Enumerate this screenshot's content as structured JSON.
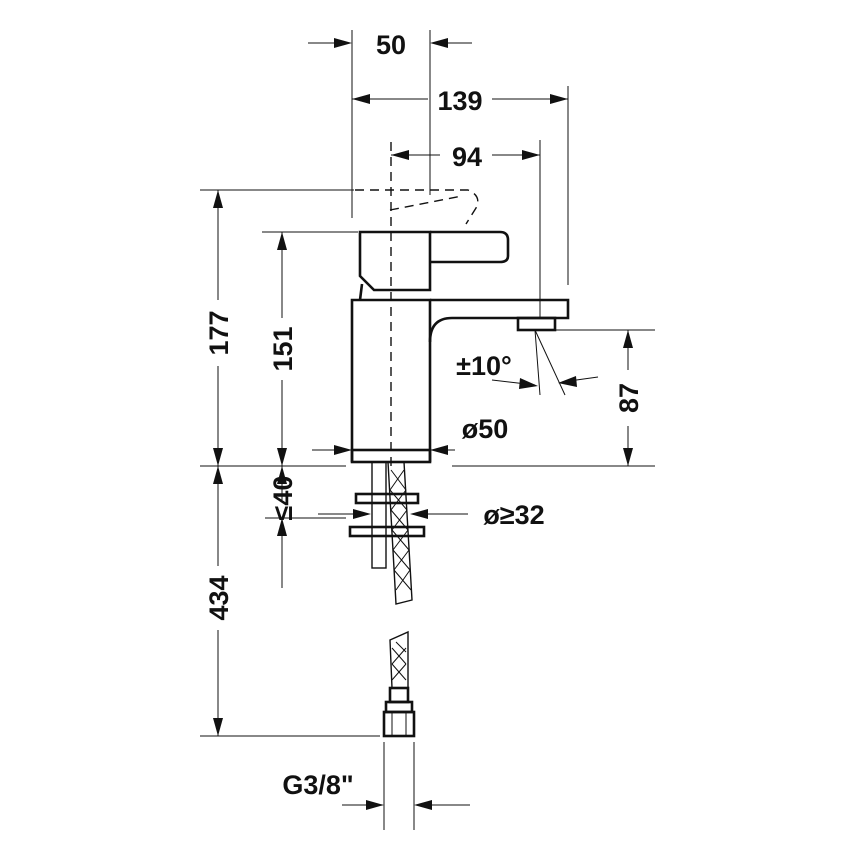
{
  "dimensions": {
    "base_width": "50",
    "total_depth": "139",
    "spout_reach": "94",
    "total_height": "177",
    "spout_height": "151",
    "outlet_height": "87",
    "swivel_angle": "±10°",
    "base_diameter": "ø50",
    "deck_thickness": "≤40",
    "hole_diameter": "ø≥32",
    "hose_length": "434",
    "connection_thread": "G3/8\""
  }
}
